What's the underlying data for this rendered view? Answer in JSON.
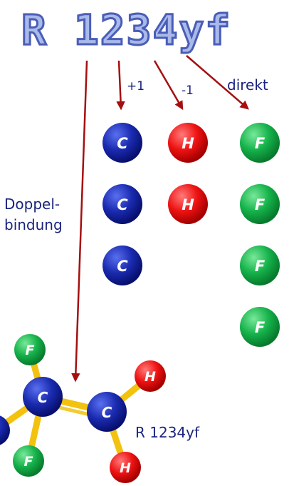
{
  "title": "R 1234yf",
  "rules": {
    "plus_one": "+1",
    "minus_one": "-1",
    "direct": "direkt"
  },
  "double_bond_label": [
    "Doppel-",
    "bindung"
  ],
  "molecule_label": "R 1234yf",
  "atom_symbols": {
    "carbon": "C",
    "hydrogen": "H",
    "fluorine": "F"
  },
  "colors": {
    "carbon": "#0a1896",
    "hydrogen": "#e60b0b",
    "fluorine": "#0f9e3c",
    "arrow": "#a50f0f",
    "bond": "#f2c20f",
    "title_fill": "#a9b9ea",
    "title_stroke": "#4a5db7",
    "label": "#1a237e"
  }
}
